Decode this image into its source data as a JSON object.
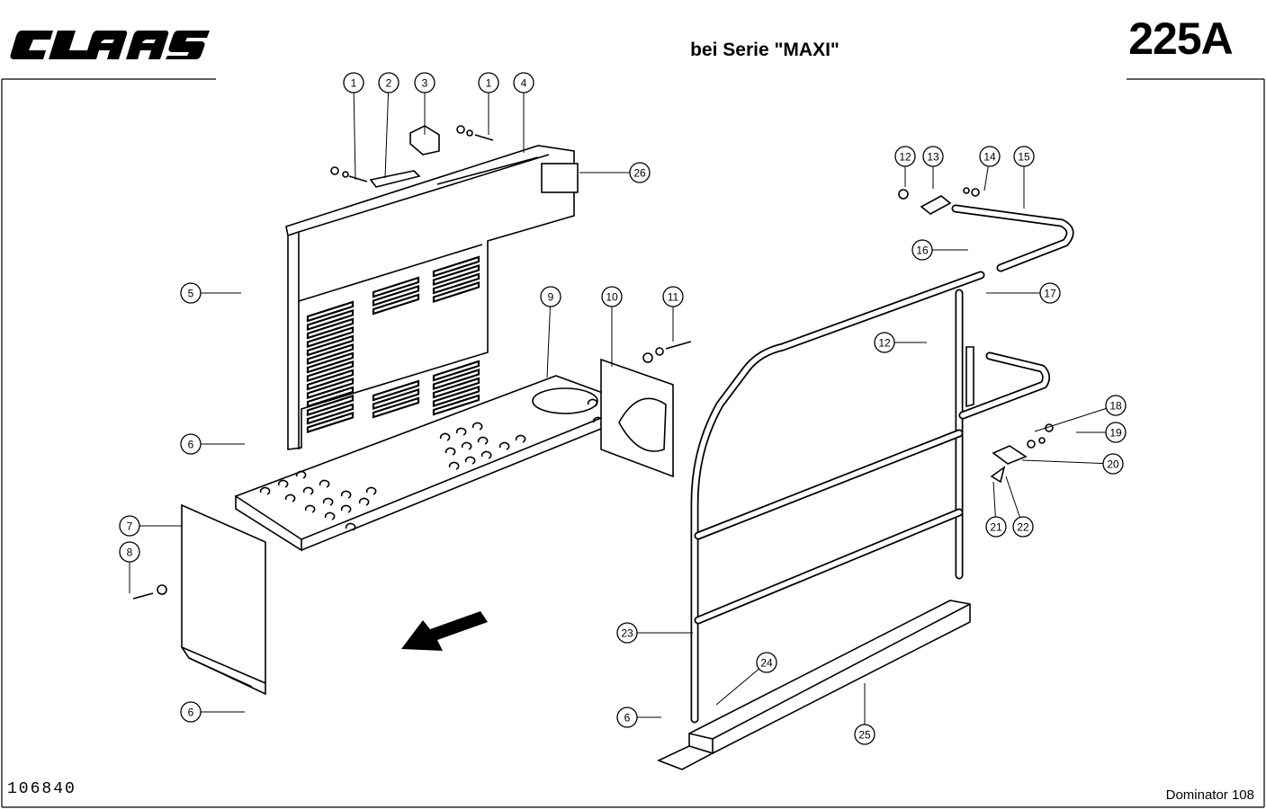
{
  "header": {
    "brand": "CLAAS",
    "series": "bei Serie \"MAXI\"",
    "page_number": "225A"
  },
  "footer": {
    "drawing_number": "106840",
    "model": "Dominator 108"
  },
  "callouts": [
    "1",
    "2",
    "3",
    "1",
    "4",
    "26",
    "5",
    "9",
    "10",
    "11",
    "6",
    "7",
    "8",
    "6",
    "12",
    "13",
    "14",
    "15",
    "16",
    "17",
    "12",
    "18",
    "19",
    "20",
    "21",
    "22",
    "23",
    "24",
    "6",
    "25"
  ]
}
